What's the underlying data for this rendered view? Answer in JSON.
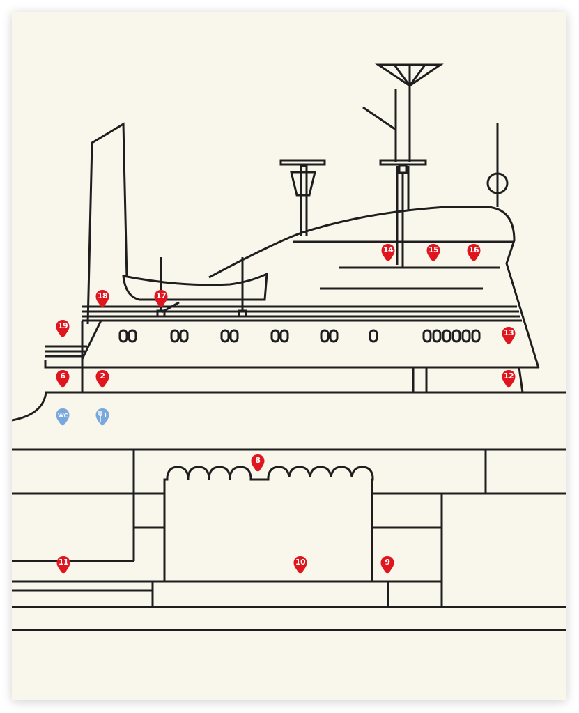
{
  "map": {
    "title": "Ship deck plan",
    "colors": {
      "background": "#f9f6ec",
      "lines": "#1e1e1e",
      "poi_marker": "#e0161e",
      "facility_marker": "#79a9dc",
      "marker_text": "#ffffff"
    },
    "poi_markers": [
      {
        "id": "2",
        "label": "2",
        "area": "main-deck-fore"
      },
      {
        "id": "6",
        "label": "6",
        "area": "bow-deck"
      },
      {
        "id": "8",
        "label": "8",
        "area": "lower-hall-top"
      },
      {
        "id": "9",
        "label": "9",
        "area": "lower-deck-aft-room"
      },
      {
        "id": "10",
        "label": "10",
        "area": "lower-hall"
      },
      {
        "id": "11",
        "label": "11",
        "area": "lower-deck-fore"
      },
      {
        "id": "12",
        "label": "12",
        "area": "main-deck-stern"
      },
      {
        "id": "13",
        "label": "13",
        "area": "cabin-deck-stern"
      },
      {
        "id": "14",
        "label": "14",
        "area": "bridge-deck"
      },
      {
        "id": "15",
        "label": "15",
        "area": "bridge-deck"
      },
      {
        "id": "16",
        "label": "16",
        "area": "bridge-deck"
      },
      {
        "id": "17",
        "label": "17",
        "area": "lifeboat-deck"
      },
      {
        "id": "18",
        "label": "18",
        "area": "funnel-deck"
      },
      {
        "id": "19",
        "label": "19",
        "area": "bow-stairs"
      }
    ],
    "facility_markers": [
      {
        "id": "wc",
        "label": "WC",
        "icon": "toilet-icon"
      },
      {
        "id": "restaurant",
        "label": "",
        "icon": "fork-knife-icon"
      }
    ],
    "windows": {
      "pairs": 5,
      "single": 1,
      "stern_row": 6
    }
  }
}
